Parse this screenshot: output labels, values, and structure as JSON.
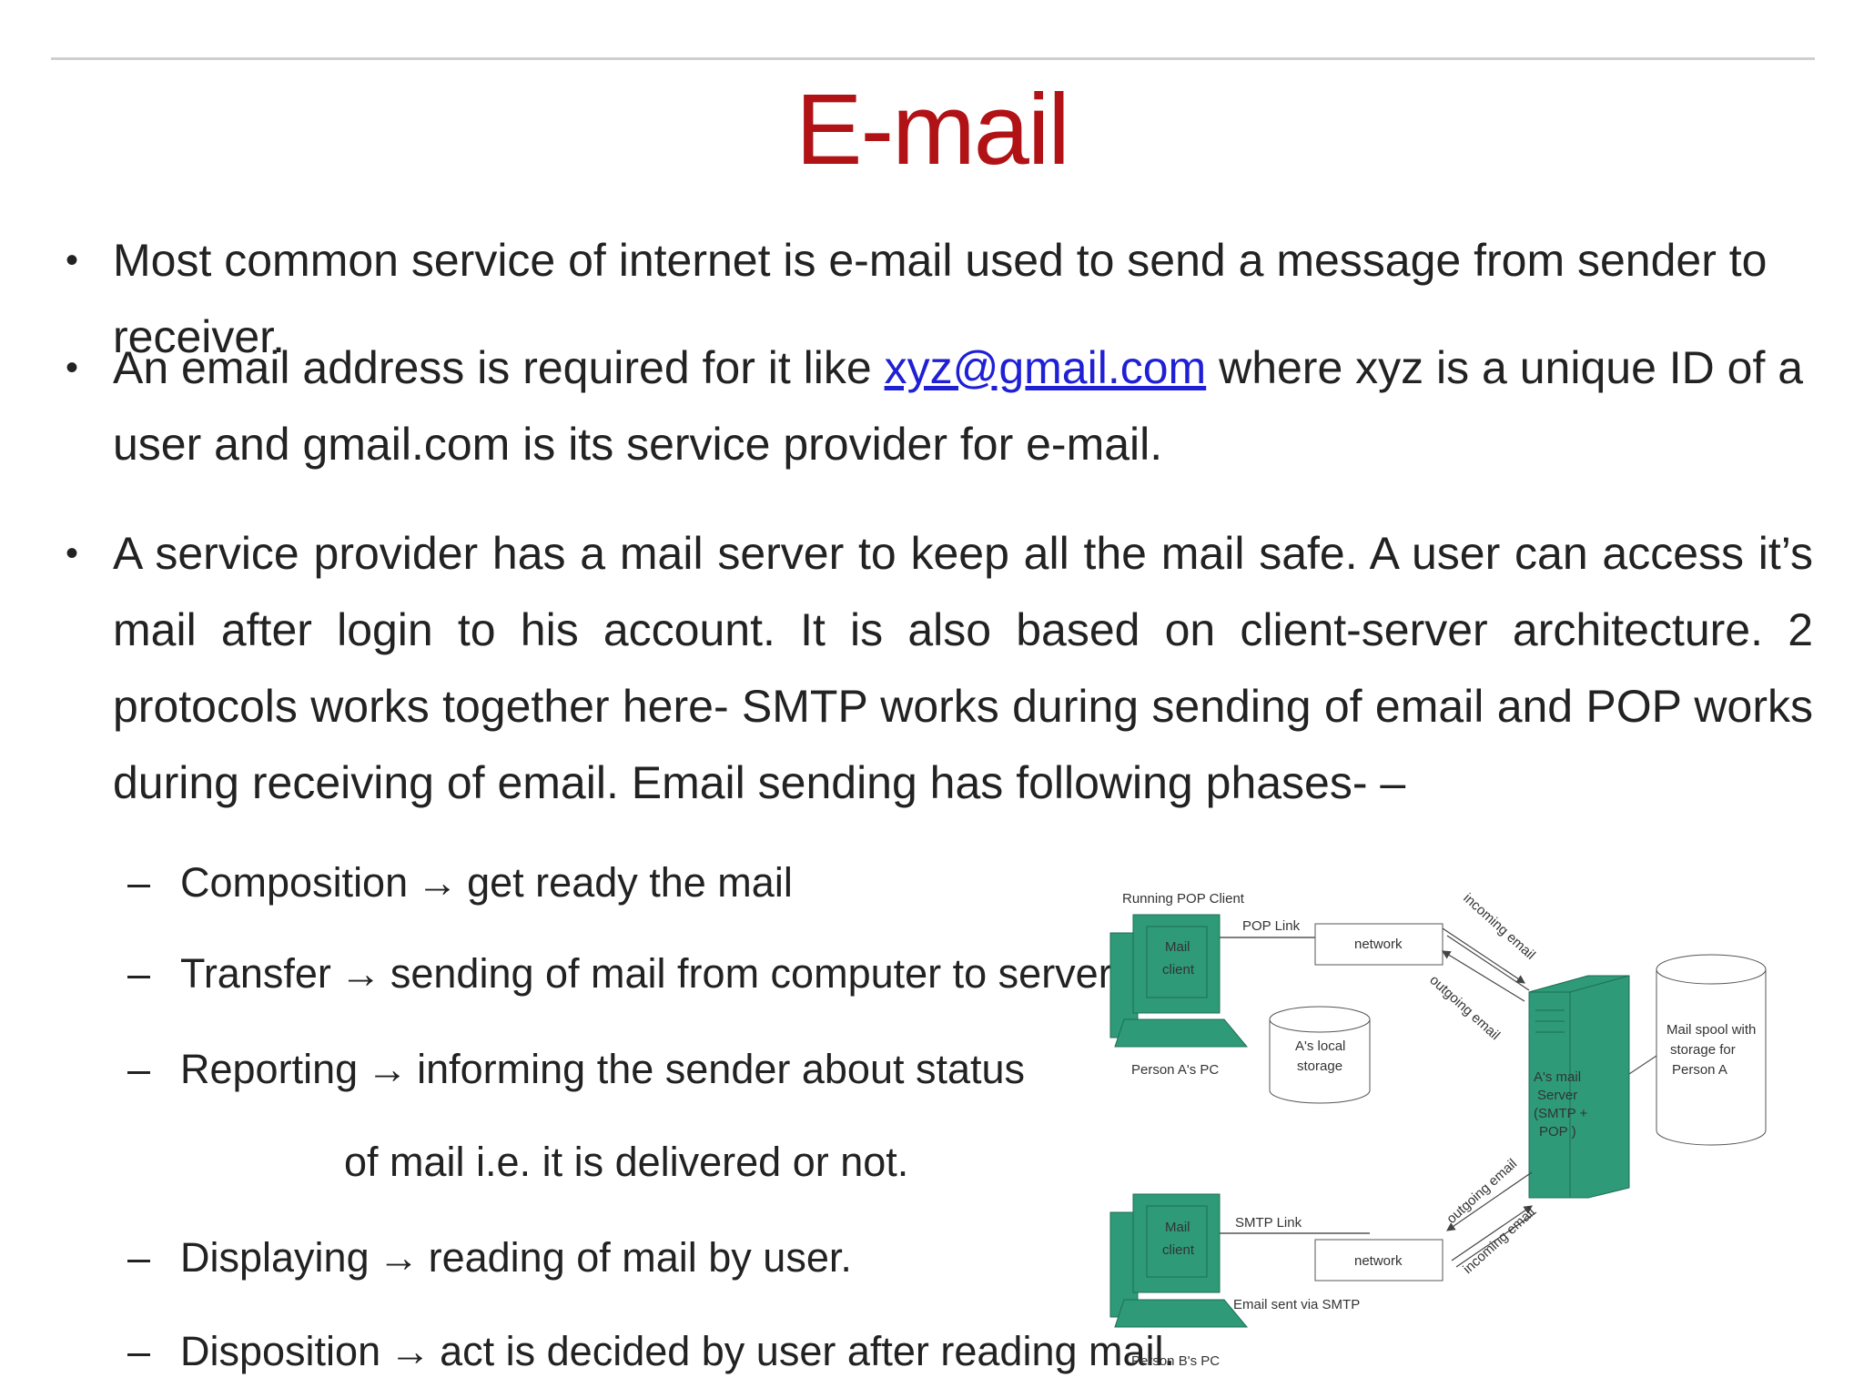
{
  "title": "E-mail",
  "bullets": [
    {
      "text": "Most common service of internet is e-mail used to send a message from sender to receiver."
    },
    {
      "before_link": "An email address is required for it like ",
      "link": "xyz@gmail.com",
      "after_link": " where xyz is a unique ID of a user and gmail.com is its service provider for e-mail."
    },
    {
      "text": "A service provider has a mail server to keep all the mail safe. A user can access it’s mail after login to his account. It is also based on client-server architecture. 2 protocols works together here- SMTP works during sending of email and POP works during receiving of email. Email sending has following phases- –"
    }
  ],
  "bullet_symbol": "•",
  "phases": [
    {
      "dash": "–",
      "term": "Composition",
      "arrow": "→",
      "desc": "get ready the mail"
    },
    {
      "dash": "–",
      "term": "Transfer",
      "arrow": "→",
      "desc": "sending of mail from computer to server."
    },
    {
      "dash": "–",
      "term": "Reporting",
      "arrow": "→",
      "desc": "informing the sender about status"
    },
    {
      "dash": "–",
      "term": "Displaying",
      "arrow": "→",
      "desc": "reading of mail by user."
    },
    {
      "dash": "–",
      "term": "Disposition",
      "arrow": "→",
      "desc": "act is decided by user after reading mail."
    }
  ],
  "reporting_continuation": "of mail i.e. it is delivered or not.",
  "diagram": {
    "running_pop_client": "Running POP Client",
    "pop_link": "POP Link",
    "network_top": "network",
    "mail_client_top": [
      "Mail",
      "client"
    ],
    "person_a_pc": "Person A's PC",
    "local_storage": [
      "A's local",
      "storage"
    ],
    "incoming_email_top": "incoming email",
    "outgoing_email_top": "outgoing email",
    "server_label": [
      "A's mail",
      "Server",
      "(SMTP +",
      "POP )"
    ],
    "mail_spool": [
      "Mail spool with",
      "storage for",
      "Person A"
    ],
    "outgoing_email_bottom": "outgoing email",
    "incoming_email_bottom": "incoming email",
    "smtp_link": "SMTP Link",
    "network_bottom": "network",
    "mail_client_bottom": [
      "Mail",
      "client"
    ],
    "email_sent_via_smtp": "Email sent via SMTP",
    "person_b_pc": "Person B's PC",
    "colors": {
      "green": "#2e9a78",
      "green_dark": "#1f6e55"
    }
  },
  "colors": {
    "title": "#b01216",
    "link": "#1f1fd6",
    "text": "#222222"
  }
}
